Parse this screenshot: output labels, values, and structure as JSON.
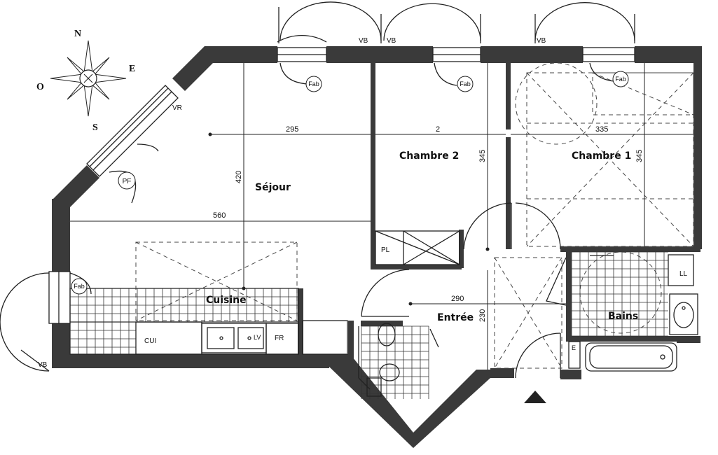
{
  "compass": {
    "north": "N",
    "south": "S",
    "east": "E",
    "west": "O"
  },
  "rooms": {
    "sejour": "Séjour",
    "chambre2": "Chambre 2",
    "chambre1": "Chambre 1",
    "cuisine": "Cuisine",
    "entree": "Entrée",
    "bains": "Bains"
  },
  "dimensions": {
    "sejour_width": "295",
    "sejour_depth": "420",
    "sejour_full_width": "560",
    "chambre2_width": "2",
    "chambre2_depth": "345",
    "chambre1_width": "335",
    "chambre1_depth": "345",
    "entree_width": "290",
    "entree_depth": "230"
  },
  "labels": {
    "vb": "VB",
    "vr": "VR",
    "fab": "Fab",
    "pf": "PF",
    "pl": "PL",
    "ll": "LL",
    "cui": "CUI",
    "lv": "LV",
    "fr": "FR",
    "e": "E"
  },
  "colors": {
    "wall": "#3a3a3a",
    "line": "#222222"
  }
}
